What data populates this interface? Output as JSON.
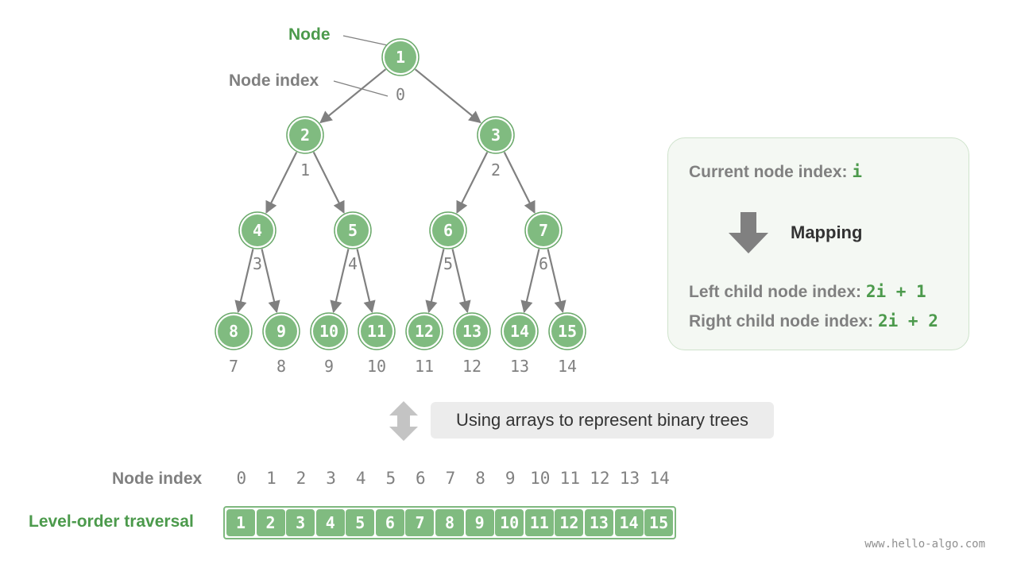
{
  "annotations": {
    "node_label": "Node",
    "node_index_label": "Node index"
  },
  "tree": {
    "nodes": [
      {
        "value": "1",
        "index": "0"
      },
      {
        "value": "2",
        "index": "1"
      },
      {
        "value": "3",
        "index": "2"
      },
      {
        "value": "4",
        "index": "3"
      },
      {
        "value": "5",
        "index": "4"
      },
      {
        "value": "6",
        "index": "5"
      },
      {
        "value": "7",
        "index": "6"
      },
      {
        "value": "8",
        "index": "7"
      },
      {
        "value": "9",
        "index": "8"
      },
      {
        "value": "10",
        "index": "9"
      },
      {
        "value": "11",
        "index": "10"
      },
      {
        "value": "12",
        "index": "11"
      },
      {
        "value": "13",
        "index": "12"
      },
      {
        "value": "14",
        "index": "13"
      },
      {
        "value": "15",
        "index": "14"
      }
    ]
  },
  "mapping_panel": {
    "current_label": "Current node index: ",
    "current_code": "i",
    "mapping_label": "Mapping",
    "left_label": "Left child node index: ",
    "left_code": "2i + 1",
    "right_label": "Right child node index: ",
    "right_code": "2i + 2"
  },
  "caption": "Using arrays to represent binary trees",
  "array": {
    "index_label": "Node index",
    "traversal_label": "Level-order traversal",
    "indices": [
      "0",
      "1",
      "2",
      "3",
      "4",
      "5",
      "6",
      "7",
      "8",
      "9",
      "10",
      "11",
      "12",
      "13",
      "14"
    ],
    "values": [
      "1",
      "2",
      "3",
      "4",
      "5",
      "6",
      "7",
      "8",
      "9",
      "10",
      "11",
      "12",
      "13",
      "14",
      "15"
    ]
  },
  "footer": "www.hello-algo.com",
  "colors": {
    "node_fill": "#80bb80",
    "node_ring": "#6aa96a",
    "edge": "#808080",
    "accent_green": "#4c9a4c",
    "index_gray": "#808080"
  }
}
